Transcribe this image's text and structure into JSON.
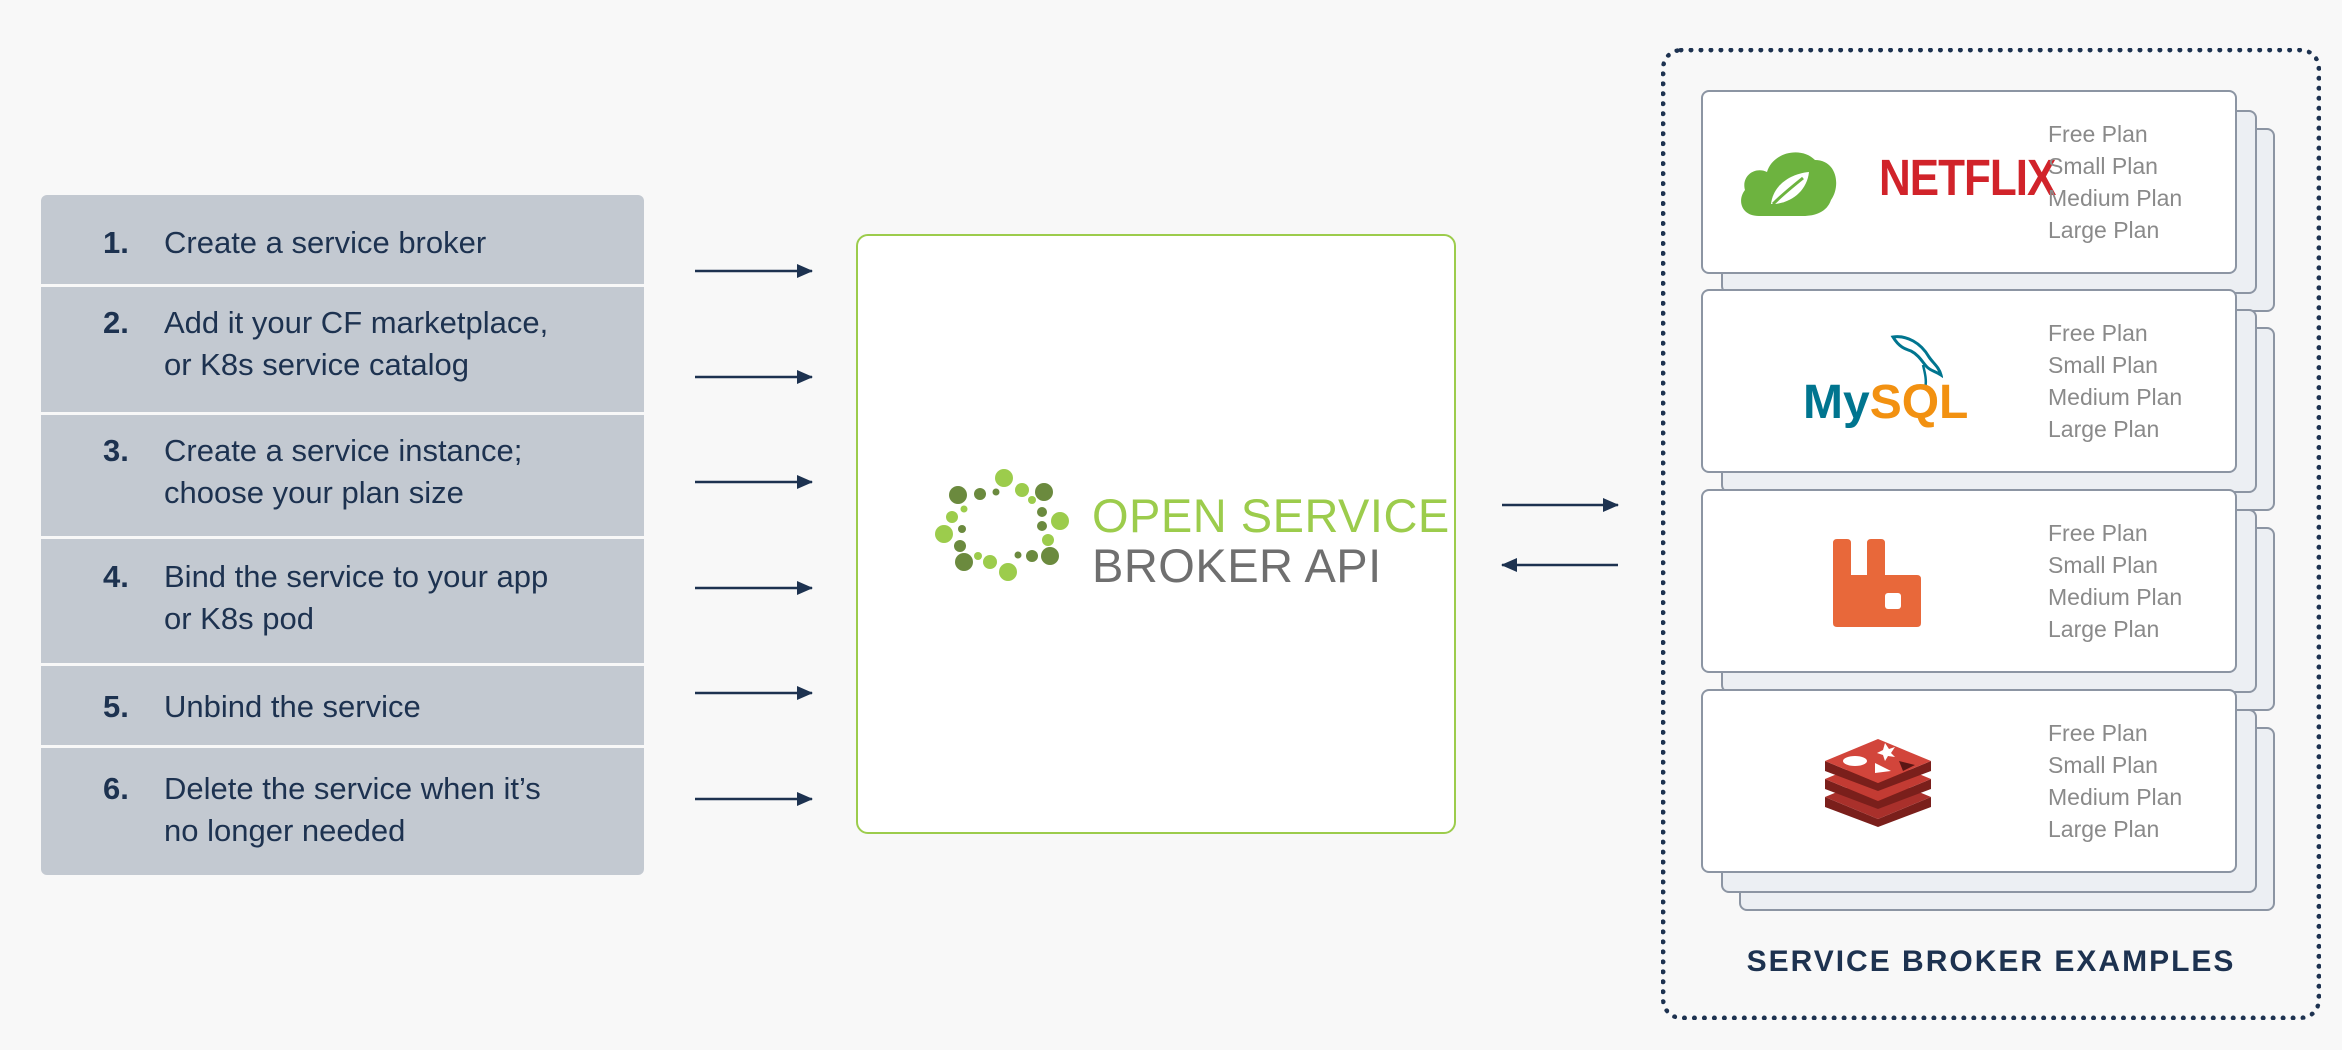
{
  "steps": [
    {
      "number": "1.",
      "text": "Create a service broker"
    },
    {
      "number": "2.",
      "text": "Add it your CF marketplace,\nor K8s service catalog"
    },
    {
      "number": "3.",
      "text": "Create a service instance;\nchoose your plan size"
    },
    {
      "number": "4.",
      "text": "Bind the service to your app\nor K8s pod"
    },
    {
      "number": "5.",
      "text": "Unbind the service"
    },
    {
      "number": "6.",
      "text": "Delete the service when it’s\nno longer needed"
    }
  ],
  "osb": {
    "title_line1": "OPEN SERVICE",
    "title_line2": "BROKER API",
    "logo_icon": "open-service-broker-ring-icon"
  },
  "examples": {
    "label": "SERVICE BROKER EXAMPLES",
    "cards": [
      {
        "logos": [
          "spring-leaf-icon",
          "netflix-logo"
        ],
        "netflix_text": "NETFLIX",
        "plans": [
          "Free Plan",
          "Small Plan",
          "Medium Plan",
          "Large Plan"
        ]
      },
      {
        "logos": [
          "mysql-logo"
        ],
        "mysql_text_a": "My",
        "mysql_text_b": "SQL",
        "plans": [
          "Free Plan",
          "Small Plan",
          "Medium Plan",
          "Large Plan"
        ]
      },
      {
        "logos": [
          "rabbitmq-icon"
        ],
        "plans": [
          "Free Plan",
          "Small Plan",
          "Medium Plan",
          "Large Plan"
        ]
      },
      {
        "logos": [
          "redis-icon"
        ],
        "plans": [
          "Free Plan",
          "Small Plan",
          "Medium Plan",
          "Large Plan"
        ]
      }
    ]
  },
  "colors": {
    "navy": "#1d3250",
    "panel_gray": "#c3c9d1",
    "osb_green": "#9ccc4c",
    "osb_dark_green": "#6b8a3e",
    "netflix_red": "#d1232a",
    "mysql_blue": "#00758f",
    "mysql_orange": "#f29111",
    "rabbit_orange": "#e8683a",
    "redis_red": "#a9302b",
    "spring_green": "#6db33f"
  }
}
